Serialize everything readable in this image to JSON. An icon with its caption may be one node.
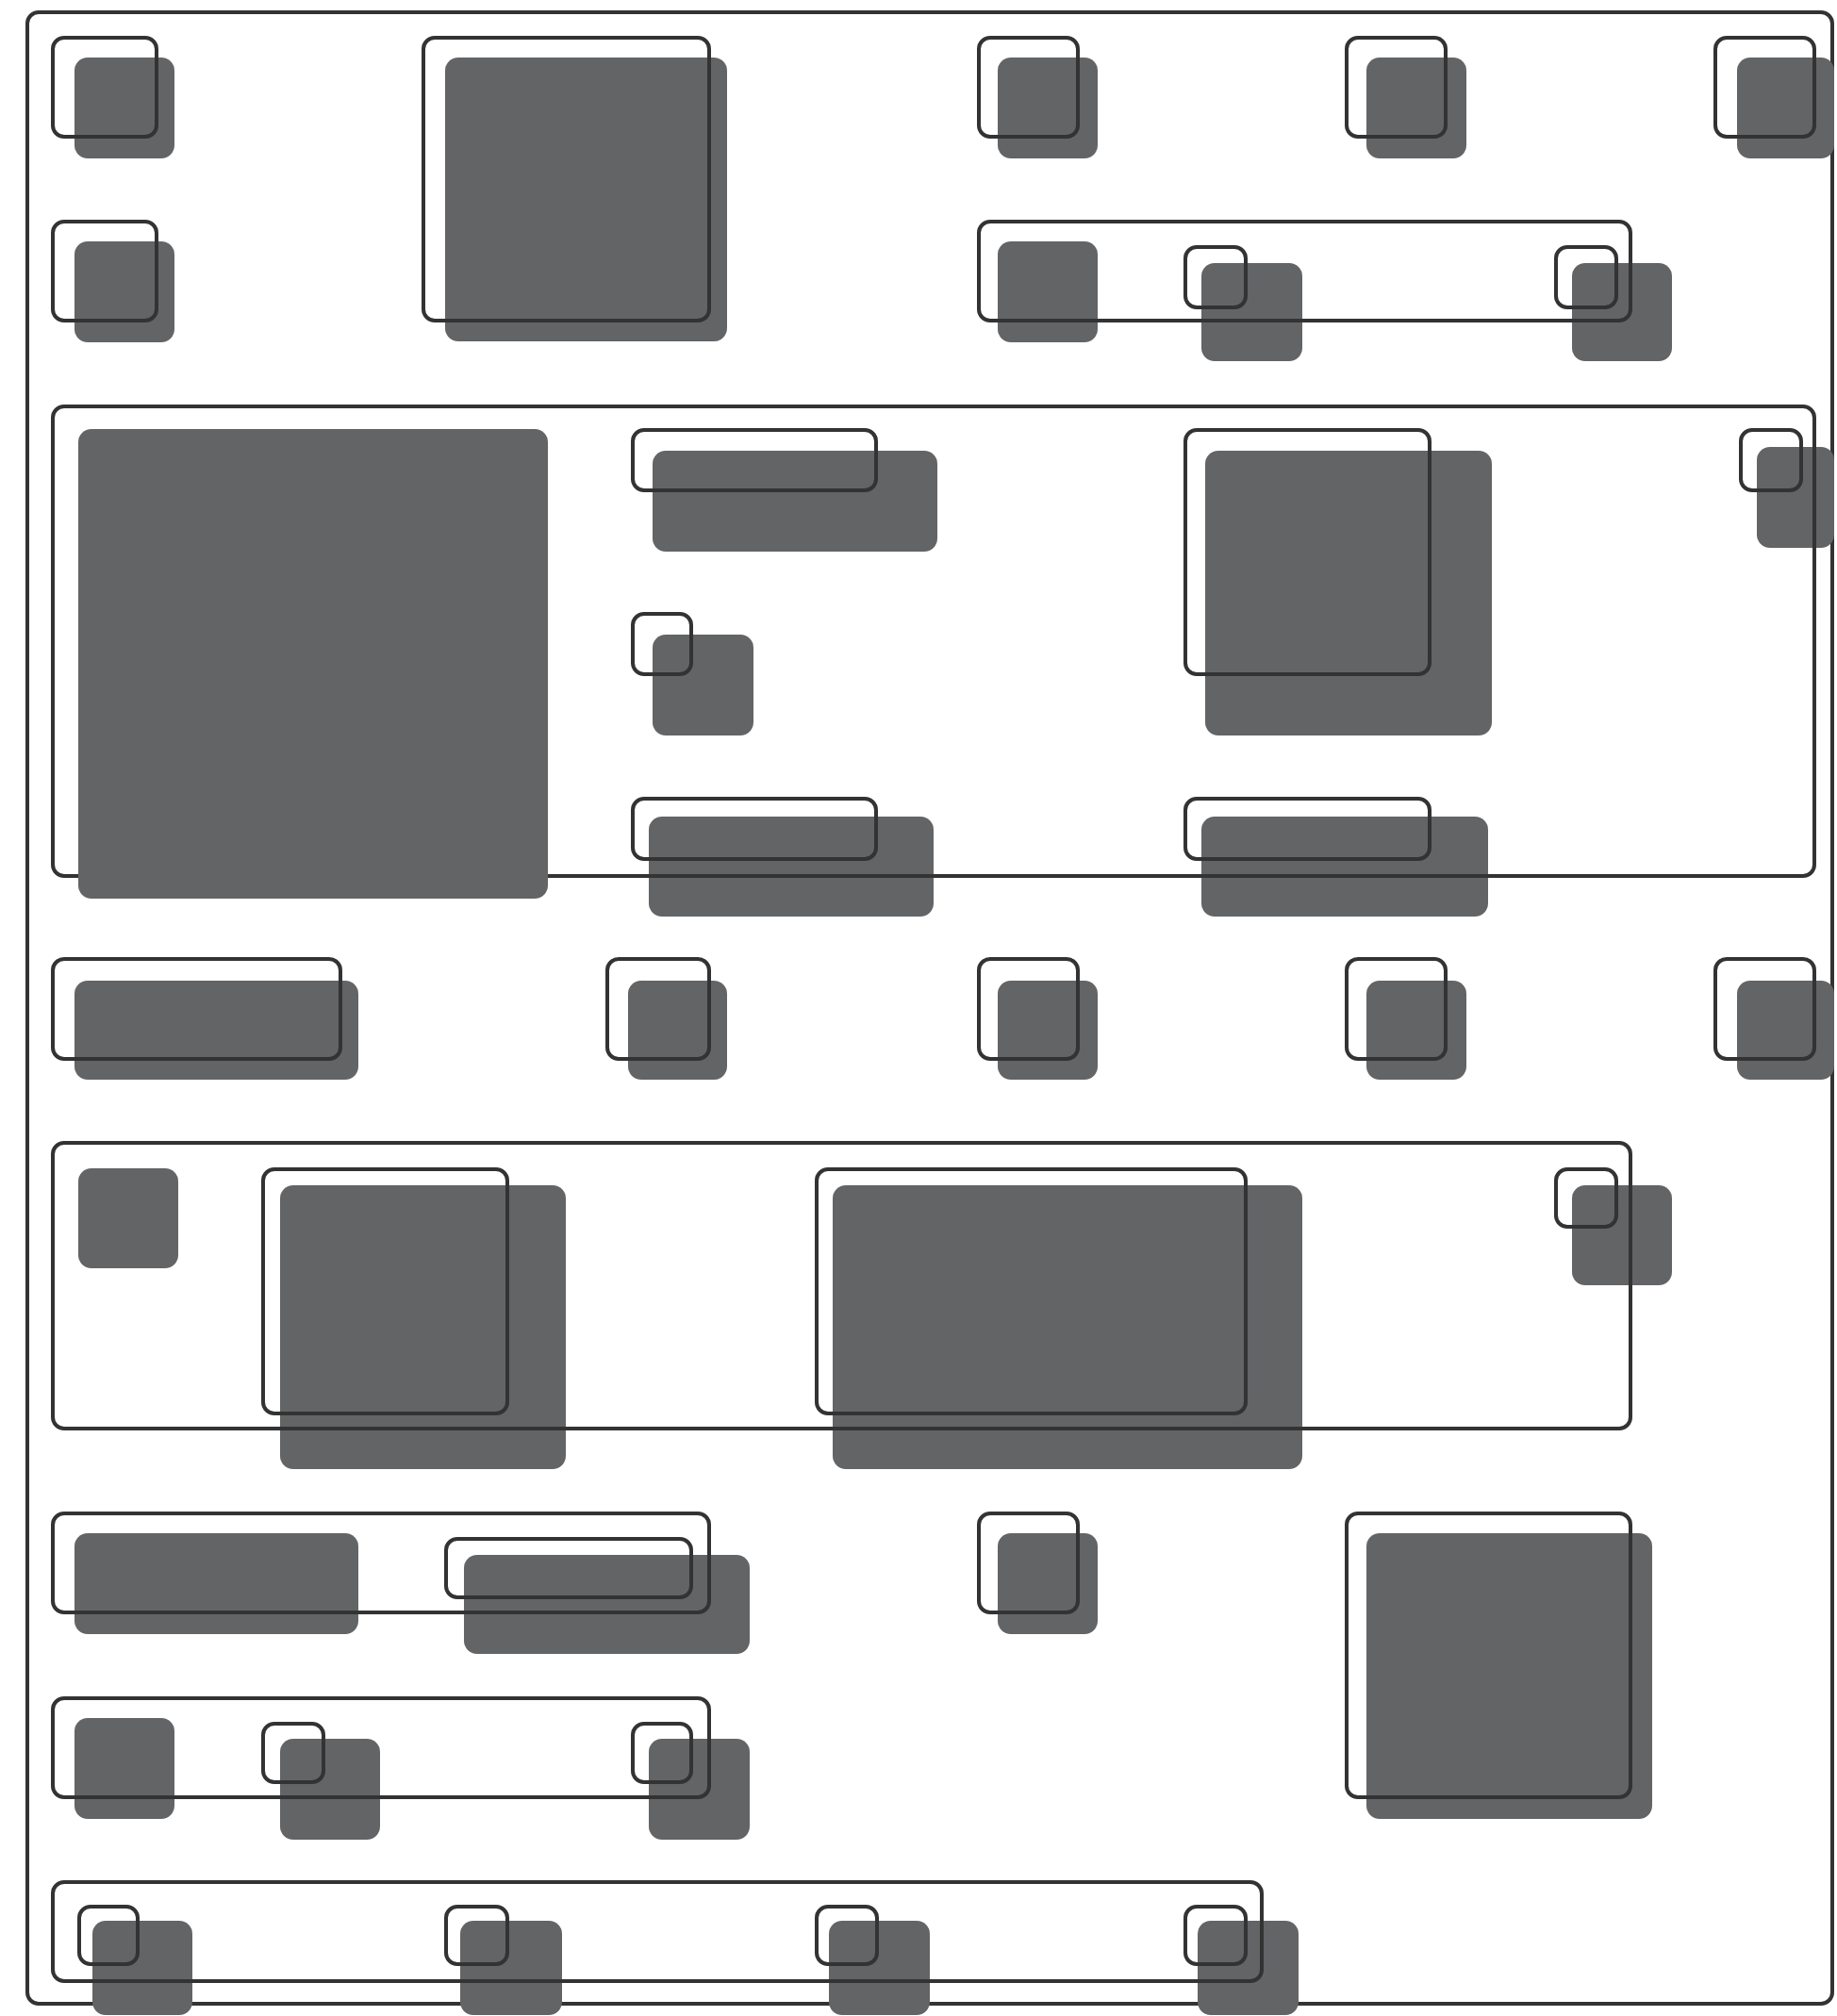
{
  "diagram": {
    "nodes": [
      {
        "text": [],
        "shape": "box"
      },
      {
        "text": [],
        "shape": "box",
        "in": 0
      },
      {
        "text": [],
        "shape": "box",
        "in": 0
      },
      {
        "text": [],
        "shape": "box",
        "in": 0
      },
      {
        "text": [],
        "shape": "box",
        "in": 0
      },
      {
        "text": [],
        "shape": "box",
        "in": 0
      },
      {
        "text": [],
        "shape": "box",
        "in": 0
      },
      {
        "text": [],
        "shape": "box",
        "in": 0
      },
      {
        "text": [],
        "shape": "box",
        "in": 0
      },
      {
        "text": [],
        "shape": "box",
        "in": 0
      },
      {
        "text": [],
        "shape": "box",
        "in": 0
      },
      {
        "text": [],
        "shape": "box",
        "in": 0
      },
      {
        "text": [],
        "shape": "box",
        "in": 0
      },
      {
        "text": [],
        "shape": "box",
        "in": 0
      },
      {
        "text": [],
        "shape": "box",
        "in": 0
      },
      {
        "text": [],
        "shape": "box",
        "in": 13
      },
      {
        "text": [],
        "shape": "box",
        "in": 0
      },
      {
        "text": [],
        "shape": "box",
        "in": 13
      },
      {
        "text": [],
        "shape": "box",
        "in": 0
      },
      {
        "text": [],
        "shape": "box",
        "in": 0
      },
      {
        "text": [],
        "shape": "box",
        "in": 19
      },
      {
        "text": [],
        "shape": "box",
        "in": 19
      },
      {
        "text": [],
        "shape": "box",
        "in": 19
      },
      {
        "text": [],
        "shape": "box",
        "in": 19
      },
      {
        "text": [],
        "shape": "box",
        "in": 19
      },
      {
        "text": [],
        "shape": "box",
        "in": 19
      },
      {
        "text": [],
        "shape": "box",
        "in": 19
      },
      {
        "text": [],
        "shape": "box",
        "in": 19
      },
      {
        "text": [],
        "shape": "box",
        "in": 0
      },
      {
        "text": [],
        "shape": "box",
        "in": 19
      },
      {
        "text": [],
        "shape": "box",
        "in": 0
      },
      {
        "text": [],
        "shape": "box",
        "in": 19
      },
      {
        "text": [],
        "shape": "box",
        "in": 0
      },
      {
        "text": [],
        "shape": "box",
        "in": 0
      },
      {
        "text": [],
        "shape": "box",
        "in": 0
      },
      {
        "text": [],
        "shape": "box",
        "in": 0
      },
      {
        "text": [],
        "shape": "box",
        "in": 0
      },
      {
        "text": [],
        "shape": "box",
        "in": 0
      },
      {
        "text": [],
        "shape": "box",
        "in": 0
      },
      {
        "text": [],
        "shape": "box",
        "in": 0
      },
      {
        "text": [],
        "shape": "box",
        "in": 0
      },
      {
        "text": [],
        "shape": "box",
        "in": 0
      },
      {
        "text": [],
        "shape": "box",
        "in": 0
      },
      {
        "text": [],
        "shape": "box",
        "in": 0
      },
      {
        "text": [],
        "shape": "box",
        "in": 43
      },
      {
        "text": [],
        "shape": "box",
        "in": 43
      },
      {
        "text": [],
        "shape": "box",
        "in": 0
      },
      {
        "text": [],
        "shape": "box",
        "in": 43
      },
      {
        "text": [],
        "shape": "box",
        "in": 0
      },
      {
        "text": [],
        "shape": "box",
        "in": 43
      },
      {
        "text": [],
        "shape": "box",
        "in": 0
      },
      {
        "text": [],
        "shape": "box",
        "in": 0
      },
      {
        "text": [],
        "shape": "box",
        "in": 0
      },
      {
        "text": [],
        "shape": "box",
        "in": 51
      },
      {
        "text": [],
        "shape": "box",
        "in": 0
      },
      {
        "text": [],
        "shape": "box",
        "in": 0
      },
      {
        "text": [],
        "shape": "box",
        "in": 0
      },
      {
        "text": [],
        "shape": "box",
        "in": 0
      },
      {
        "text": [],
        "shape": "box",
        "in": 0
      },
      {
        "text": [],
        "shape": "box",
        "in": 0
      },
      {
        "text": [],
        "shape": "box",
        "in": 0
      },
      {
        "text": [],
        "shape": "box",
        "in": 59
      },
      {
        "text": [],
        "shape": "box",
        "in": 0
      },
      {
        "text": [],
        "shape": "box",
        "in": 59
      },
      {
        "text": [],
        "shape": "box",
        "in": 0
      },
      {
        "text": [],
        "shape": "box",
        "in": 0
      },
      {
        "text": [],
        "shape": "box",
        "in": 65
      },
      {
        "text": [],
        "shape": "box",
        "in": 65
      },
      {
        "text": [],
        "shape": "box"
      },
      {
        "text": [],
        "shape": "box",
        "in": 65
      },
      {
        "text": [],
        "shape": "box"
      },
      {
        "text": [],
        "shape": "box",
        "in": 65
      },
      {
        "text": [],
        "shape": "box"
      },
      {
        "text": [],
        "shape": "box"
      }
    ]
  }
}
